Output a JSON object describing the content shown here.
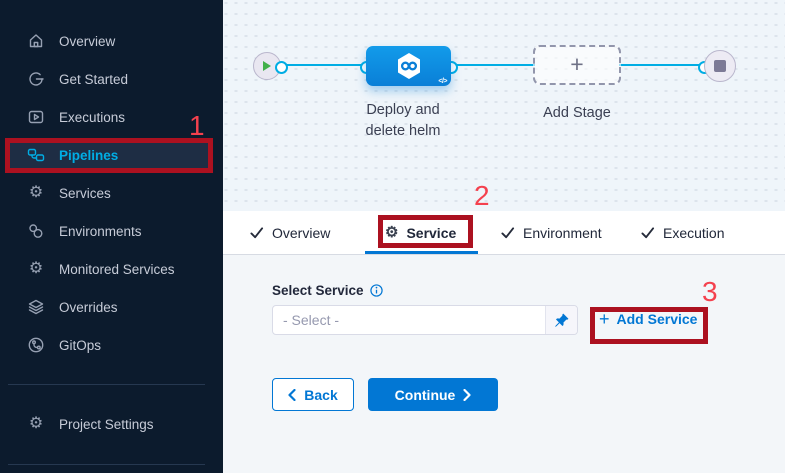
{
  "sidebar": {
    "items": [
      {
        "label": "Overview"
      },
      {
        "label": "Get Started"
      },
      {
        "label": "Executions"
      },
      {
        "label": "Pipelines",
        "active": true
      },
      {
        "label": "Services"
      },
      {
        "label": "Environments"
      },
      {
        "label": "Monitored Services"
      },
      {
        "label": "Overrides"
      },
      {
        "label": "GitOps"
      }
    ],
    "footer": {
      "label": "Project Settings"
    }
  },
  "canvas": {
    "stage_name": "Deploy and delete helm",
    "add_stage_label": "Add Stage",
    "yaml_badge": "</>"
  },
  "tabs": {
    "overview": "Overview",
    "service": "Service",
    "environment": "Environment",
    "execution": "Execution"
  },
  "form": {
    "select_service_label": "Select Service",
    "select_placeholder": "- Select -",
    "add_service_label": "Add Service",
    "back_label": "Back",
    "continue_label": "Continue"
  },
  "annotations": {
    "one": "1",
    "two": "2",
    "three": "3"
  },
  "icons": {
    "gear": "⚙",
    "plus": "+"
  },
  "colors": {
    "accent_blue": "#0277d4",
    "connector_cyan": "#00ade4",
    "annotation_red": "#ac1120",
    "sidebar_bg": "#0c1b2d",
    "sidebar_active_text": "#00ade4",
    "node_blue": "#0a7fd7",
    "play_green": "#42b04a"
  }
}
